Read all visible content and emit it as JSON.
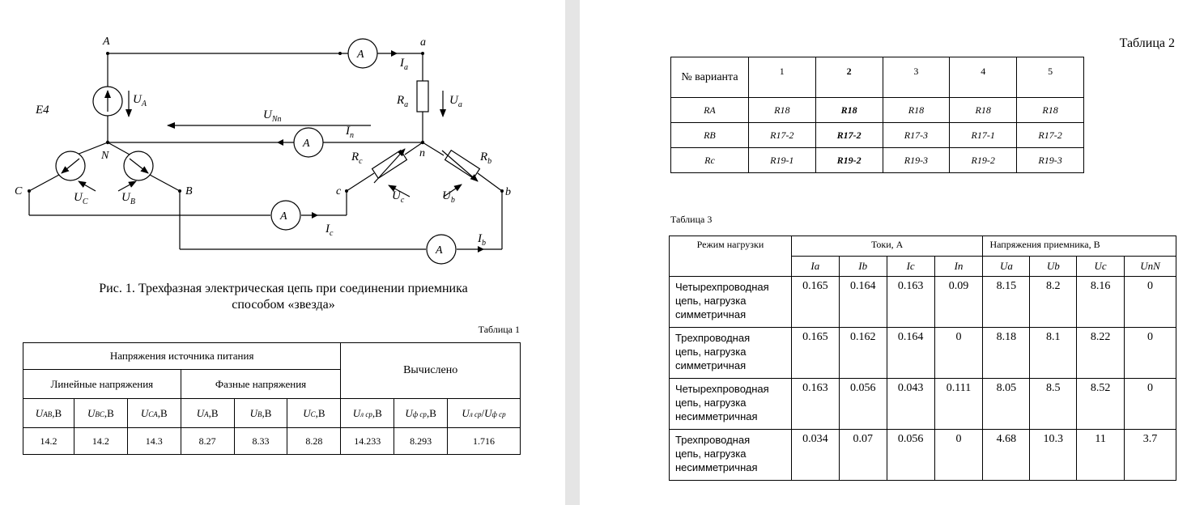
{
  "circuit": {
    "labels": {
      "A": "A",
      "a": "a",
      "E4": "E4",
      "N": "N",
      "n": "n",
      "C": "C",
      "B": "B",
      "c": "c",
      "b": "b",
      "U_A": "U",
      "U_A_sub": "A",
      "U_a": "U",
      "U_a_sub": "a",
      "U_Nn": "U",
      "U_Nn_sub": "Nn",
      "I_a": "I",
      "I_a_sub": "a",
      "I_n": "I",
      "I_n_sub": "n",
      "I_c": "I",
      "I_c_sub": "c",
      "I_b": "I",
      "I_b_sub": "b",
      "R_a": "R",
      "R_a_sub": "a",
      "R_c": "R",
      "R_c_sub": "c",
      "R_b": "R",
      "R_b_sub": "b",
      "U_C": "U",
      "U_C_sub": "C",
      "U_B": "U",
      "U_B_sub": "B",
      "U_c": "U",
      "U_c_sub": "c",
      "U_b": "U",
      "U_b_sub": "b",
      "ammeter": "A"
    },
    "caption_line1": "Рис. 1. Трехфазная электрическая цепь при соединении приемника",
    "caption_line2": "способом «звезда»"
  },
  "table1": {
    "caption": "Таблица 1",
    "source_header": "Напряжения источника питания",
    "computed_header": "Вычислено",
    "line_header": "Линейные напряжения",
    "phase_header": "Фазные напряжения",
    "columns": [
      {
        "sym": "U",
        "sub": "AB",
        "unit": ",В"
      },
      {
        "sym": "U",
        "sub": "BC",
        "unit": ",В"
      },
      {
        "sym": "U",
        "sub": "CA",
        "unit": ",В"
      },
      {
        "sym": "U",
        "sub": "A",
        "unit": ",В"
      },
      {
        "sym": "U",
        "sub": "B",
        "unit": ",В"
      },
      {
        "sym": "U",
        "sub": "C",
        "unit": ",В"
      },
      {
        "sym": "U",
        "sub": "л ср",
        "unit": ",В"
      },
      {
        "sym": "U",
        "sub": "ф ср",
        "unit": ",В"
      },
      {
        "sym": "U",
        "sub": "л ср",
        "unit": "/",
        "sym2": "U",
        "sub2": "ф ср"
      }
    ],
    "values": [
      "14.2",
      "14.2",
      "14.3",
      "8.27",
      "8.33",
      "8.28",
      "14.233",
      "8.293",
      "1.716"
    ]
  },
  "table2": {
    "caption": "Таблица 2",
    "header_label": "№ варианта",
    "variants": [
      "1",
      "2",
      "3",
      "4",
      "5"
    ],
    "rows": [
      {
        "label": "RA",
        "values": [
          "R18",
          "R18",
          "R18",
          "R18",
          "R18"
        ]
      },
      {
        "label": "RB",
        "values": [
          "R17-2",
          "R17-2",
          "R17-3",
          "R17-1",
          "R17-2"
        ]
      },
      {
        "label": "Rc",
        "values": [
          "R19-1",
          "R19-2",
          "R19-3",
          "R19-2",
          "R19-3"
        ]
      }
    ]
  },
  "table3": {
    "caption": "Таблица 3",
    "mode_header": "Режим нагрузки",
    "currents_header": "Токи, А",
    "voltages_header": "Напряжения приемника, В",
    "columns": [
      "Ia",
      "Ib",
      "Ic",
      "In",
      "Ua",
      "Ub",
      "Uc",
      "UnN"
    ],
    "rows": [
      {
        "mode": [
          "Четырехпроводная",
          "цепь, нагрузка",
          "симметричная"
        ],
        "values": [
          "0.165",
          "0.164",
          "0.163",
          "0.09",
          "8.15",
          "8.2",
          "8.16",
          "0"
        ]
      },
      {
        "mode": [
          "Трехпроводная",
          "цепь, нагрузка",
          "симметричная"
        ],
        "values": [
          "0.165",
          "0.162",
          "0.164",
          "0",
          "8.18",
          "8.1",
          "8.22",
          "0"
        ]
      },
      {
        "mode": [
          "Четырехпроводная",
          "цепь, нагрузка",
          "несимметричная"
        ],
        "values": [
          "0.163",
          "0.056",
          "0.043",
          "0.111",
          "8.05",
          "8.5",
          "8.52",
          "0"
        ]
      },
      {
        "mode": [
          "Трехпроводная",
          "цепь, нагрузка",
          "несимметричная"
        ],
        "values": [
          "0.034",
          "0.07",
          "0.056",
          "0",
          "4.68",
          "10.3",
          "11",
          "3.7"
        ]
      }
    ]
  }
}
